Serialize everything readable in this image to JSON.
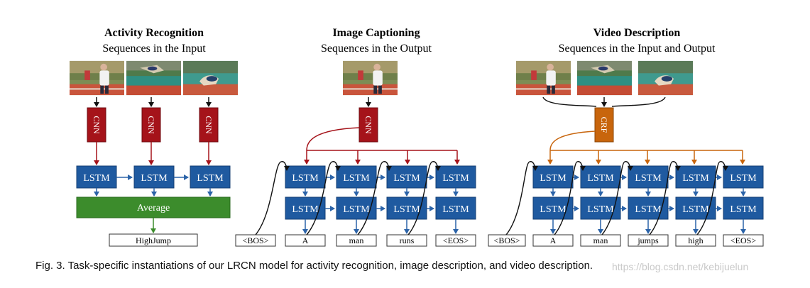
{
  "colors": {
    "lstm": "#1f5aa0",
    "lstm_stroke": "#163f73",
    "cnn": "#a5131a",
    "crf": "#c8650c",
    "average": "#3c8c2c",
    "red_arrow": "#a5131a",
    "orange_arrow": "#c8650c",
    "blue_arrow": "#2b63a8",
    "green_arrow": "#3c8c2c",
    "black_arrow": "#111111"
  },
  "panels": {
    "activity": {
      "title": "Activity Recognition",
      "subtitle": "Sequences in the Input",
      "cnn_labels": [
        "CNN",
        "CNN",
        "CNN"
      ],
      "lstm_labels": [
        "LSTM",
        "LSTM",
        "LSTM"
      ],
      "average_label": "Average",
      "output": "HighJump"
    },
    "captioning": {
      "title": "Image Captioning",
      "subtitle": "Sequences in the Output",
      "cnn_label": "CNN",
      "lstm_label": "LSTM",
      "outputs": [
        "<BOS>",
        "A",
        "man",
        "runs",
        "<EOS>"
      ]
    },
    "video": {
      "title": "Video Description",
      "subtitle": "Sequences in the Input and Output",
      "crf_label": "CRF",
      "lstm_label": "LSTM",
      "outputs": [
        "<BOS>",
        "A",
        "man",
        "jumps",
        "high",
        "<EOS>"
      ]
    }
  },
  "caption": "Fig. 3. Task-specific instantiations of our LRCN model for activity recognition, image description, and video description.",
  "watermark": "https://blog.csdn.net/kebijuelun"
}
